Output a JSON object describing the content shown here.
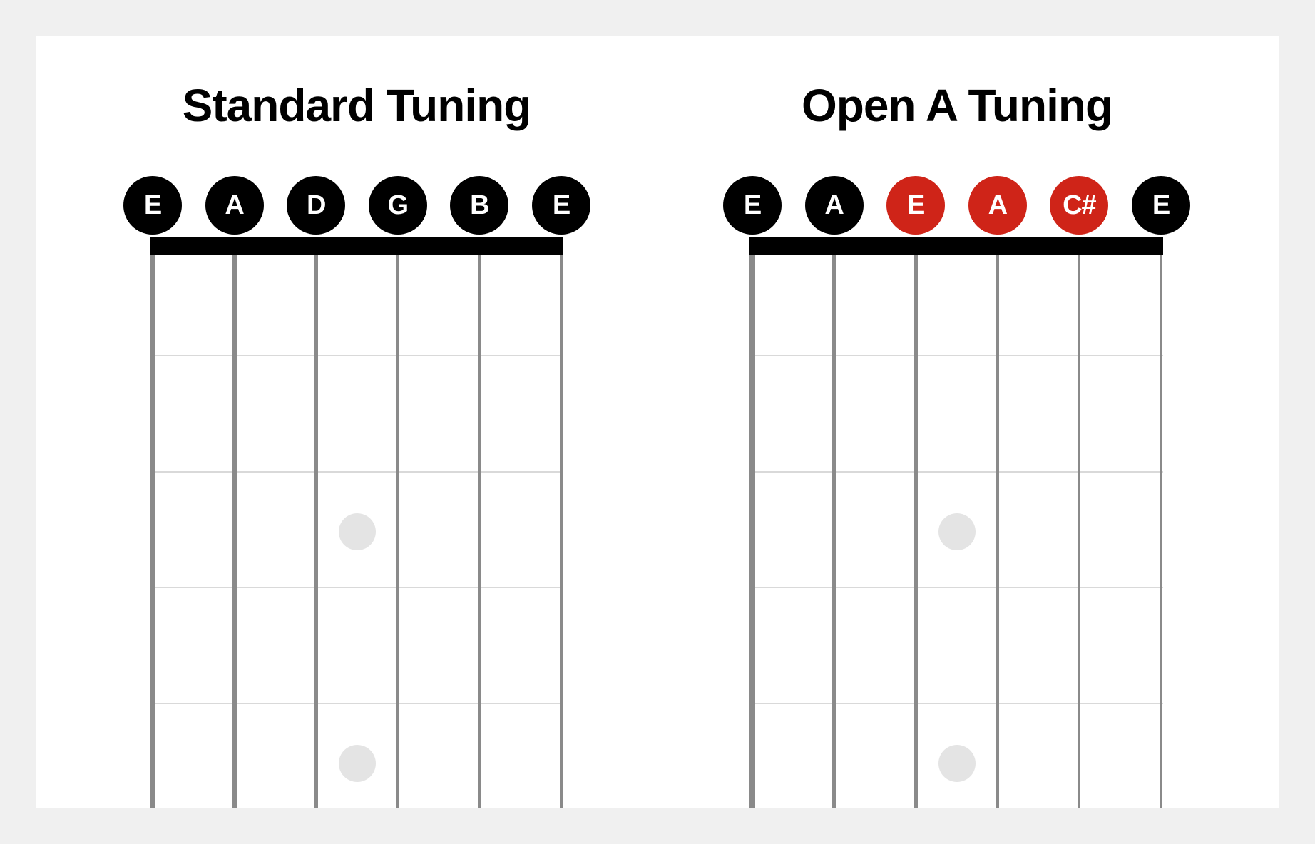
{
  "colors": {
    "background": "#f0f0f0",
    "card": "#ffffff",
    "note_black": "#000000",
    "note_red": "#cf2418",
    "note_letter": "#ffffff",
    "nut": "#000000",
    "string": "#8a8a8a",
    "fret_line": "#d9d9d9",
    "inlay_dot": "#e4e4e4",
    "title": "#000000"
  },
  "diagrams": [
    {
      "title": "Standard Tuning",
      "notes": [
        {
          "label": "E",
          "accent": false
        },
        {
          "label": "A",
          "accent": false
        },
        {
          "label": "D",
          "accent": false
        },
        {
          "label": "G",
          "accent": false
        },
        {
          "label": "B",
          "accent": false
        },
        {
          "label": "E",
          "accent": false
        }
      ]
    },
    {
      "title": "Open A Tuning",
      "notes": [
        {
          "label": "E",
          "accent": false
        },
        {
          "label": "A",
          "accent": false
        },
        {
          "label": "E",
          "accent": true
        },
        {
          "label": "A",
          "accent": true
        },
        {
          "label": "C#",
          "accent": true
        },
        {
          "label": "E",
          "accent": false
        }
      ]
    }
  ],
  "fretboard": {
    "string_count": 6,
    "fret_lines_shown": 4,
    "inlay_dot_fret_spaces": [
      3,
      5
    ]
  }
}
